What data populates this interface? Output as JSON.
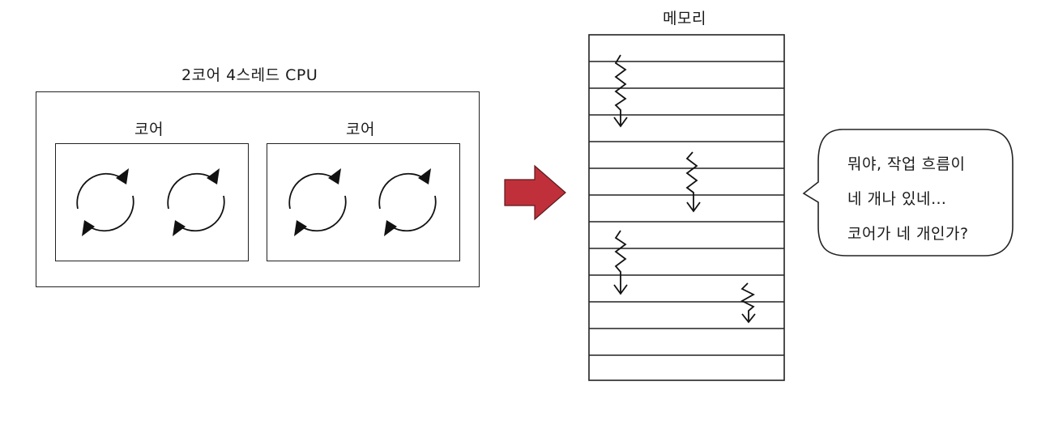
{
  "cpu": {
    "title": "2코어 4스레드 CPU",
    "cores": [
      {
        "label": "코어",
        "thread_count": 2
      },
      {
        "label": "코어",
        "thread_count": 2
      }
    ]
  },
  "memory": {
    "title": "메모리",
    "row_count": 13
  },
  "speech_bubble": {
    "lines": [
      "뭐야, 작업 흐름이",
      "네 개나 있네…",
      "코어가 네 개인가?"
    ]
  },
  "colors": {
    "arrow_fill": "#c0303a",
    "ink": "#1a1a1a"
  }
}
